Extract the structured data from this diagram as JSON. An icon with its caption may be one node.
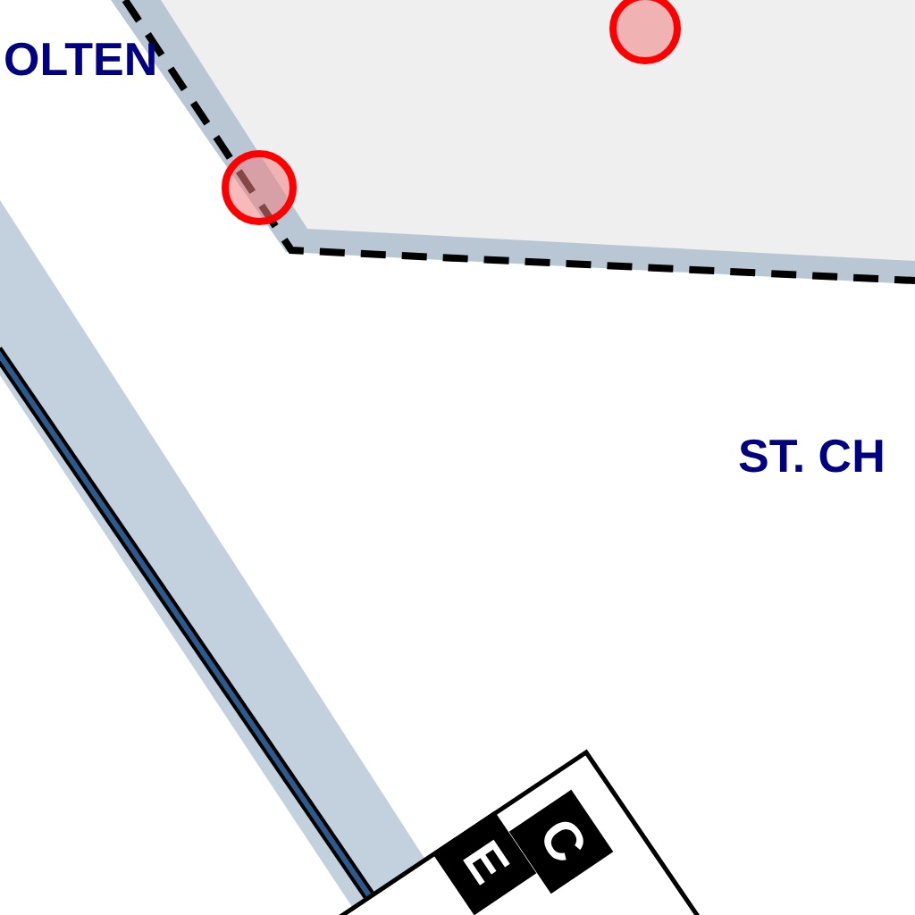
{
  "diagram": {
    "labels": [
      "OLTEN",
      "ST. CH",
      "C",
      "E"
    ]
  }
}
